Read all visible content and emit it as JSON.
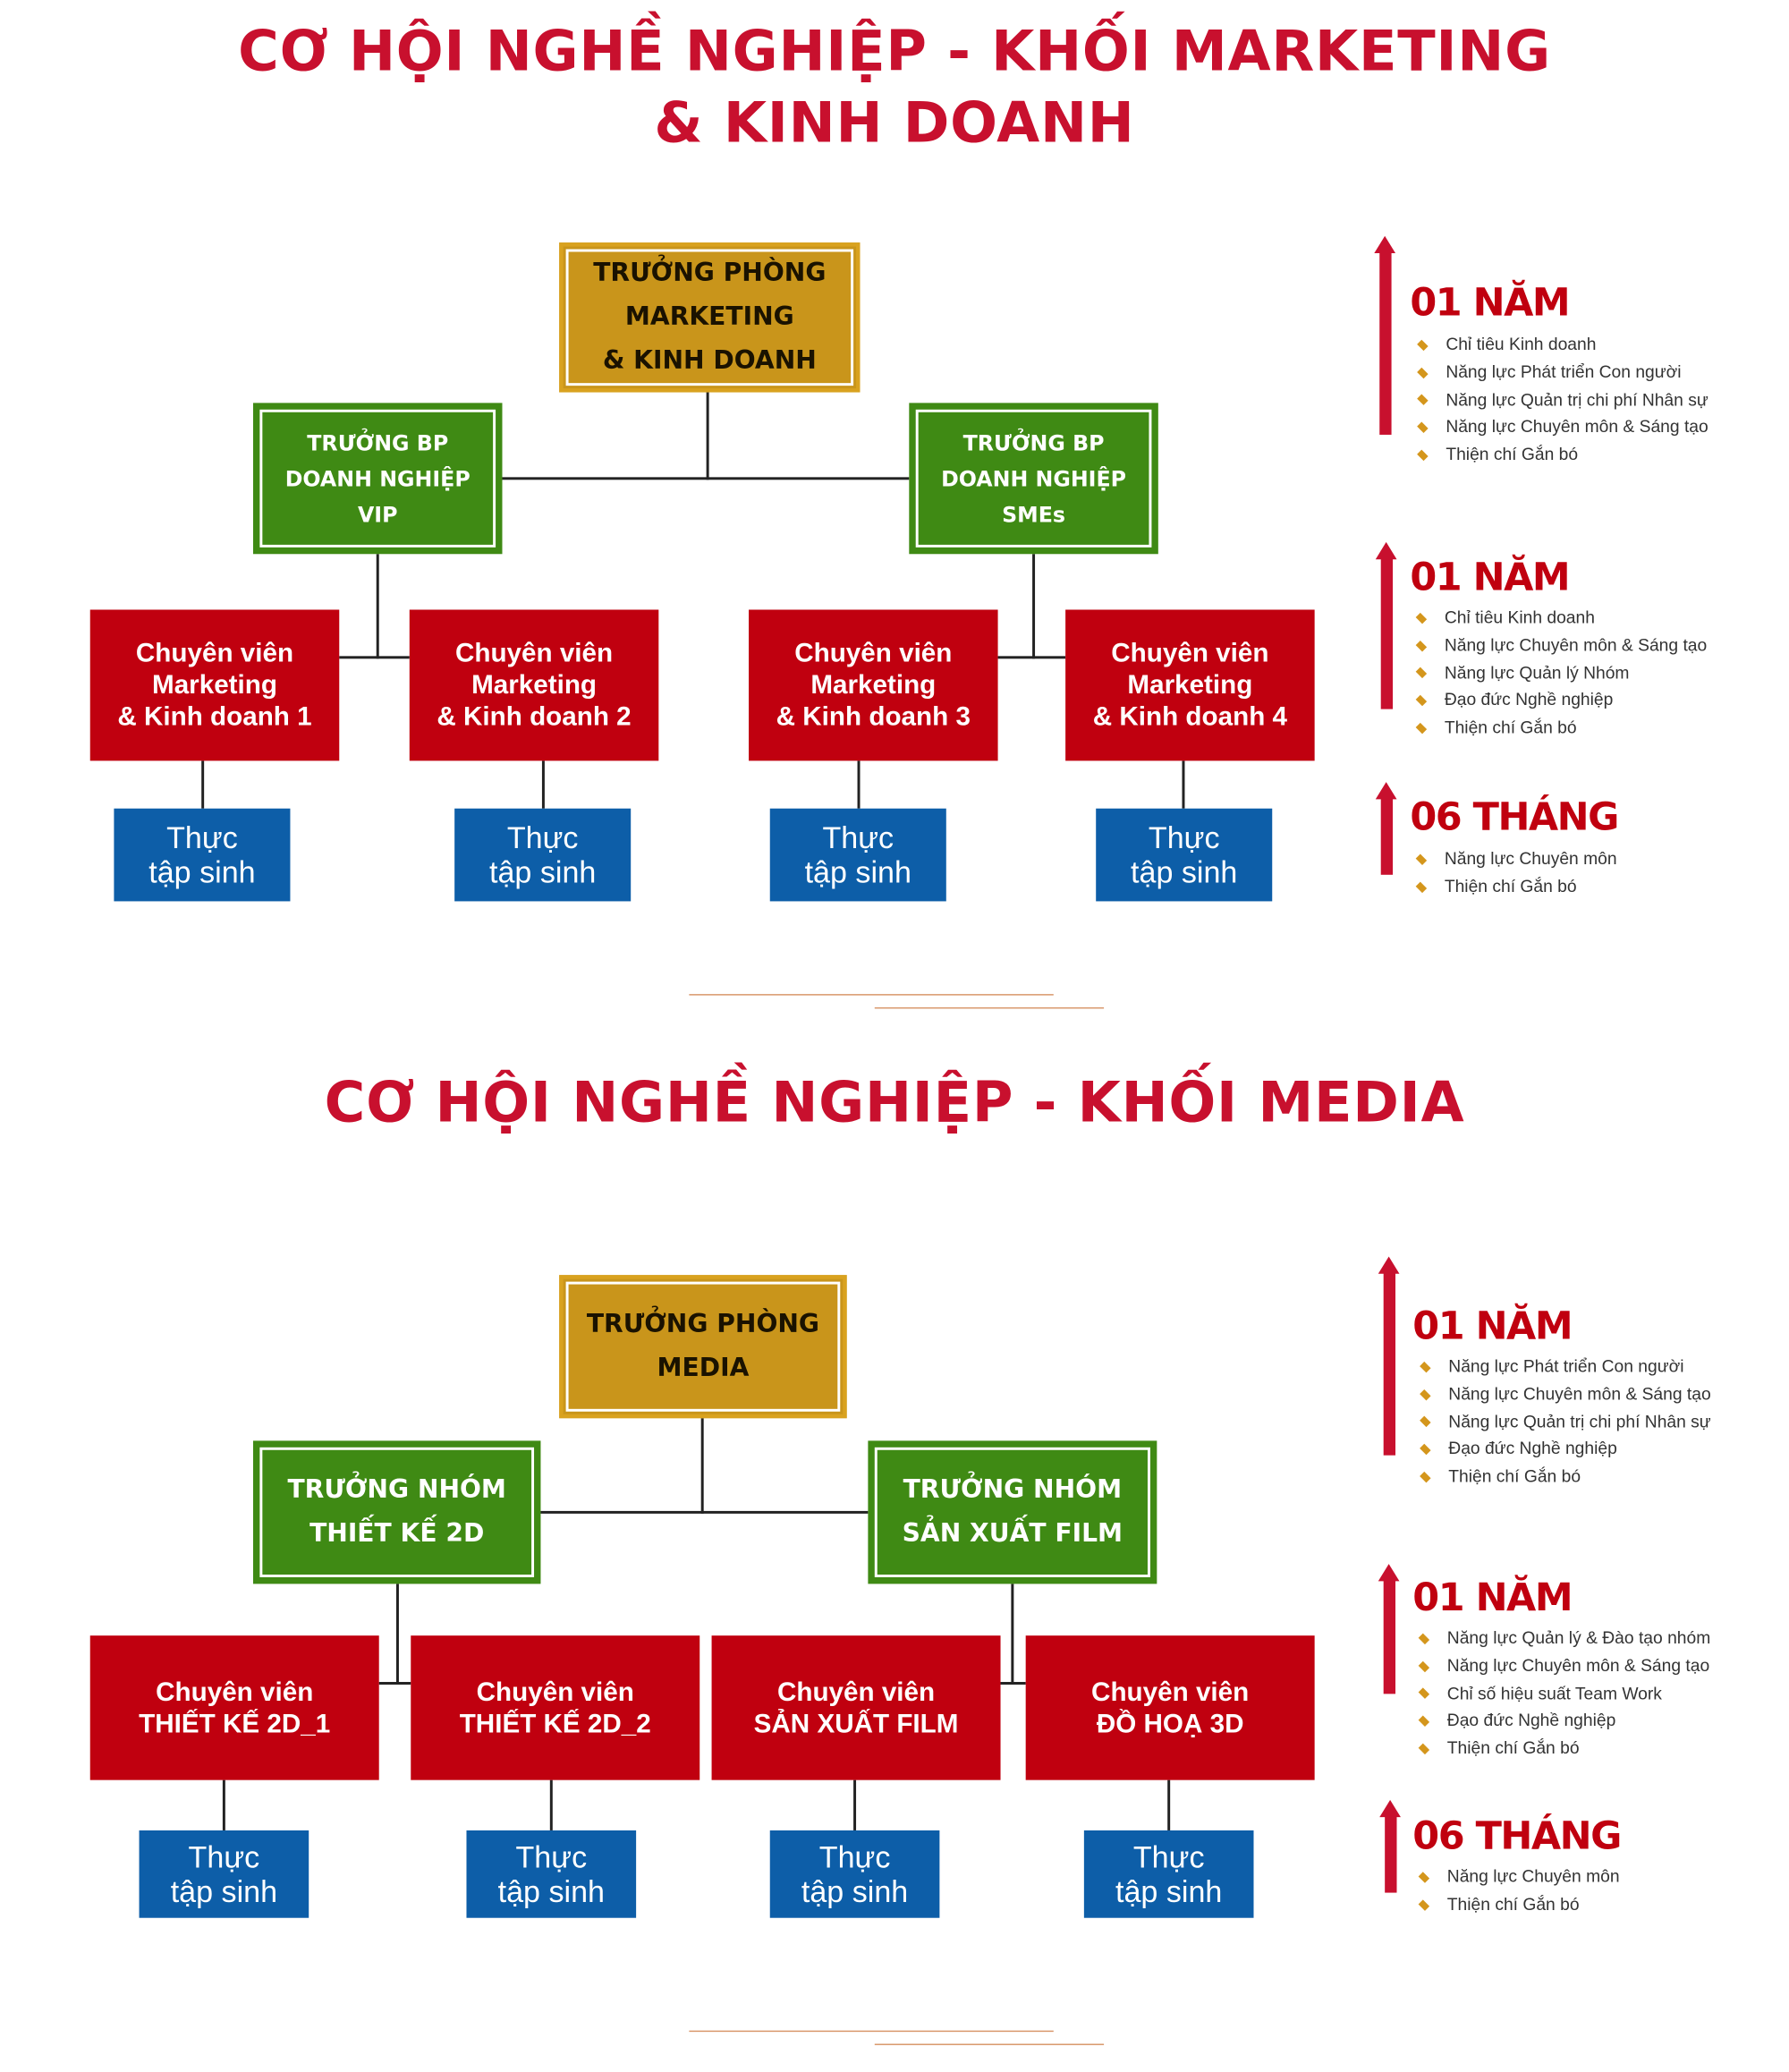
{
  "marketing": {
    "title_line1": "CƠ HỘI NGHỀ NGHIỆP - KHỐI MARKETING",
    "title_line2": "& KINH DOANH",
    "head": [
      "TRƯỞNG PHÒNG",
      "MARKETING",
      "& KINH DOANH"
    ],
    "leads": [
      [
        "TRƯỞNG BP",
        "DOANH NGHIỆP",
        "VIP"
      ],
      [
        "TRƯỞNG BP",
        "DOANH NGHIỆP",
        "SMEs"
      ]
    ],
    "specialists": [
      [
        "Chuyên viên",
        "Marketing",
        "& Kinh doanh 1"
      ],
      [
        "Chuyên viên",
        "Marketing",
        "& Kinh doanh 2"
      ],
      [
        "Chuyên viên",
        "Marketing",
        "& Kinh doanh 3"
      ],
      [
        "Chuyên viên",
        "Marketing",
        "& Kinh doanh 4"
      ]
    ],
    "intern": [
      "Thực",
      "tập sinh"
    ],
    "levels": [
      {
        "heading": "01 NĂM",
        "items": [
          "Chỉ tiêu Kinh doanh",
          "Năng lực Phát triển Con người",
          "Năng lực Quản trị chi phí Nhân sự",
          "Năng lực Chuyên môn & Sáng tạo",
          "Thiện chí Gắn bó"
        ]
      },
      {
        "heading": "01 NĂM",
        "items": [
          "Chỉ tiêu Kinh doanh",
          "Năng lực Chuyên môn & Sáng tạo",
          "Năng lực Quản lý Nhóm",
          "Đạo đức Nghề nghiệp",
          "Thiện chí Gắn bó"
        ]
      },
      {
        "heading": "06 THÁNG",
        "items": [
          "Năng lực Chuyên môn",
          "Thiện chí Gắn bó"
        ]
      }
    ]
  },
  "media": {
    "title": "CƠ HỘI NGHỀ NGHIỆP - KHỐI MEDIA",
    "head": [
      "TRƯỞNG PHÒNG",
      "MEDIA"
    ],
    "leads": [
      [
        "TRƯỞNG NHÓM",
        "THIẾT KẾ 2D"
      ],
      [
        "TRƯỞNG NHÓM",
        "SẢN XUẤT FILM"
      ]
    ],
    "specialists": [
      [
        "Chuyên viên",
        "THIẾT KẾ 2D_1"
      ],
      [
        "Chuyên viên",
        "THIẾT KẾ 2D_2"
      ],
      [
        "Chuyên viên",
        "SẢN XUẤT FILM"
      ],
      [
        "Chuyên viên",
        "ĐỒ HOẠ 3D"
      ]
    ],
    "intern": [
      "Thực",
      "tập sinh"
    ],
    "levels": [
      {
        "heading": "01 NĂM",
        "items": [
          "Năng lực Phát triển Con người",
          "Năng lực Chuyên môn & Sáng tạo",
          "Năng lực Quản trị chi phí Nhân sự",
          "Đạo đức Nghề nghiệp",
          "Thiện chí Gắn bó"
        ]
      },
      {
        "heading": "01 NĂM",
        "items": [
          "Năng lực Quản lý & Đào tạo nhóm",
          "Năng lực Chuyên môn & Sáng tạo",
          "Chỉ số hiệu suất Team Work",
          "Đạo đức Nghề nghiệp",
          "Thiện chí Gắn bó"
        ]
      },
      {
        "heading": "06 THÁNG",
        "items": [
          "Năng lực Chuyên môn",
          "Thiện chí Gắn bó"
        ]
      }
    ]
  },
  "colors": {
    "red": "#c0000f",
    "gold": "#c9951b",
    "green": "#3f8a14",
    "blue": "#0d5ea8"
  }
}
